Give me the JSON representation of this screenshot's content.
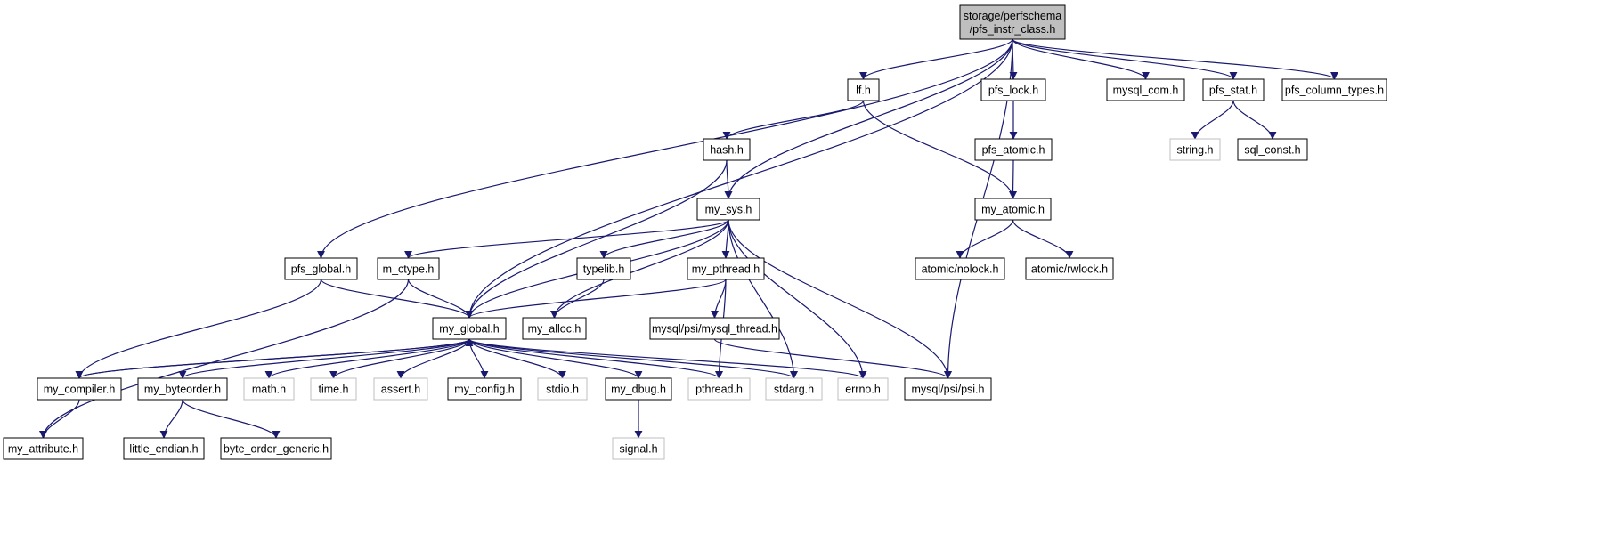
{
  "graph": {
    "title": "",
    "edge_color": "#191970",
    "node_border_color": "#000000",
    "external_border_color": "#bfbfbf",
    "root_fill_color": "#bfbfbf",
    "nodes": [
      {
        "id": "root",
        "label_lines": [
          "storage/perfschema",
          "/pfs_instr_class.h"
        ],
        "kind": "root"
      },
      {
        "id": "lf",
        "label_lines": [
          "lf.h"
        ],
        "kind": "file"
      },
      {
        "id": "pfs_lock",
        "label_lines": [
          "pfs_lock.h"
        ],
        "kind": "file"
      },
      {
        "id": "mysql_com",
        "label_lines": [
          "mysql_com.h"
        ],
        "kind": "file"
      },
      {
        "id": "pfs_stat",
        "label_lines": [
          "pfs_stat.h"
        ],
        "kind": "file"
      },
      {
        "id": "pfs_column_types",
        "label_lines": [
          "pfs_column_types.h"
        ],
        "kind": "file"
      },
      {
        "id": "hash",
        "label_lines": [
          "hash.h"
        ],
        "kind": "file"
      },
      {
        "id": "pfs_atomic",
        "label_lines": [
          "pfs_atomic.h"
        ],
        "kind": "file"
      },
      {
        "id": "string",
        "label_lines": [
          "string.h"
        ],
        "kind": "external"
      },
      {
        "id": "sql_const",
        "label_lines": [
          "sql_const.h"
        ],
        "kind": "file"
      },
      {
        "id": "my_sys",
        "label_lines": [
          "my_sys.h"
        ],
        "kind": "file"
      },
      {
        "id": "my_atomic",
        "label_lines": [
          "my_atomic.h"
        ],
        "kind": "file"
      },
      {
        "id": "pfs_global",
        "label_lines": [
          "pfs_global.h"
        ],
        "kind": "file"
      },
      {
        "id": "m_ctype",
        "label_lines": [
          "m_ctype.h"
        ],
        "kind": "file"
      },
      {
        "id": "typelib",
        "label_lines": [
          "typelib.h"
        ],
        "kind": "file"
      },
      {
        "id": "my_pthread",
        "label_lines": [
          "my_pthread.h"
        ],
        "kind": "file"
      },
      {
        "id": "atomic_nolock",
        "label_lines": [
          "atomic/nolock.h"
        ],
        "kind": "file"
      },
      {
        "id": "atomic_rwlock",
        "label_lines": [
          "atomic/rwlock.h"
        ],
        "kind": "file"
      },
      {
        "id": "my_global",
        "label_lines": [
          "my_global.h"
        ],
        "kind": "file"
      },
      {
        "id": "my_alloc",
        "label_lines": [
          "my_alloc.h"
        ],
        "kind": "file"
      },
      {
        "id": "mysql_thread",
        "label_lines": [
          "mysql/psi/mysql_thread.h"
        ],
        "kind": "file"
      },
      {
        "id": "my_compiler",
        "label_lines": [
          "my_compiler.h"
        ],
        "kind": "file"
      },
      {
        "id": "my_byteorder",
        "label_lines": [
          "my_byteorder.h"
        ],
        "kind": "file"
      },
      {
        "id": "math",
        "label_lines": [
          "math.h"
        ],
        "kind": "external"
      },
      {
        "id": "time",
        "label_lines": [
          "time.h"
        ],
        "kind": "external"
      },
      {
        "id": "assert",
        "label_lines": [
          "assert.h"
        ],
        "kind": "external"
      },
      {
        "id": "my_config",
        "label_lines": [
          "my_config.h"
        ],
        "kind": "file"
      },
      {
        "id": "stdio",
        "label_lines": [
          "stdio.h"
        ],
        "kind": "external"
      },
      {
        "id": "my_dbug",
        "label_lines": [
          "my_dbug.h"
        ],
        "kind": "file"
      },
      {
        "id": "pthread",
        "label_lines": [
          "pthread.h"
        ],
        "kind": "external"
      },
      {
        "id": "stdarg",
        "label_lines": [
          "stdarg.h"
        ],
        "kind": "external"
      },
      {
        "id": "errno",
        "label_lines": [
          "errno.h"
        ],
        "kind": "external"
      },
      {
        "id": "psi",
        "label_lines": [
          "mysql/psi/psi.h"
        ],
        "kind": "file"
      },
      {
        "id": "my_attribute",
        "label_lines": [
          "my_attribute.h"
        ],
        "kind": "file"
      },
      {
        "id": "little_endian",
        "label_lines": [
          "little_endian.h"
        ],
        "kind": "file"
      },
      {
        "id": "byte_order_generic",
        "label_lines": [
          "byte_order_generic.h"
        ],
        "kind": "file"
      },
      {
        "id": "signal",
        "label_lines": [
          "signal.h"
        ],
        "kind": "external"
      }
    ],
    "edges": [
      [
        "root",
        "lf"
      ],
      [
        "root",
        "pfs_lock"
      ],
      [
        "root",
        "mysql_com"
      ],
      [
        "root",
        "pfs_stat"
      ],
      [
        "root",
        "pfs_column_types"
      ],
      [
        "root",
        "pfs_global"
      ],
      [
        "root",
        "my_global"
      ],
      [
        "root",
        "my_sys"
      ],
      [
        "root",
        "psi"
      ],
      [
        "lf",
        "hash"
      ],
      [
        "lf",
        "my_atomic"
      ],
      [
        "pfs_lock",
        "pfs_atomic"
      ],
      [
        "pfs_atomic",
        "my_atomic"
      ],
      [
        "pfs_stat",
        "string"
      ],
      [
        "pfs_stat",
        "sql_const"
      ],
      [
        "hash",
        "my_sys"
      ],
      [
        "hash",
        "my_global"
      ],
      [
        "my_atomic",
        "atomic_nolock"
      ],
      [
        "my_atomic",
        "atomic_rwlock"
      ],
      [
        "my_sys",
        "m_ctype"
      ],
      [
        "my_sys",
        "my_global"
      ],
      [
        "my_sys",
        "typelib"
      ],
      [
        "my_sys",
        "my_pthread"
      ],
      [
        "my_sys",
        "my_alloc"
      ],
      [
        "my_sys",
        "stdarg"
      ],
      [
        "my_sys",
        "errno"
      ],
      [
        "my_sys",
        "psi"
      ],
      [
        "pfs_global",
        "my_global"
      ],
      [
        "pfs_global",
        "my_compiler"
      ],
      [
        "m_ctype",
        "my_global"
      ],
      [
        "m_ctype",
        "my_attribute"
      ],
      [
        "typelib",
        "my_alloc"
      ],
      [
        "my_pthread",
        "my_global"
      ],
      [
        "my_pthread",
        "mysql_thread"
      ],
      [
        "my_pthread",
        "pthread"
      ],
      [
        "mysql_thread",
        "psi"
      ],
      [
        "my_global",
        "my_compiler"
      ],
      [
        "my_global",
        "my_byteorder"
      ],
      [
        "my_global",
        "math"
      ],
      [
        "my_global",
        "time"
      ],
      [
        "my_global",
        "assert"
      ],
      [
        "my_global",
        "my_config"
      ],
      [
        "my_global",
        "stdio"
      ],
      [
        "my_global",
        "my_dbug"
      ],
      [
        "my_global",
        "pthread"
      ],
      [
        "my_global",
        "stdarg"
      ],
      [
        "my_global",
        "errno"
      ],
      [
        "my_compiler",
        "my_global"
      ],
      [
        "my_compiler",
        "my_attribute"
      ],
      [
        "my_byteorder",
        "little_endian"
      ],
      [
        "my_byteorder",
        "byte_order_generic"
      ],
      [
        "my_dbug",
        "signal"
      ]
    ]
  }
}
